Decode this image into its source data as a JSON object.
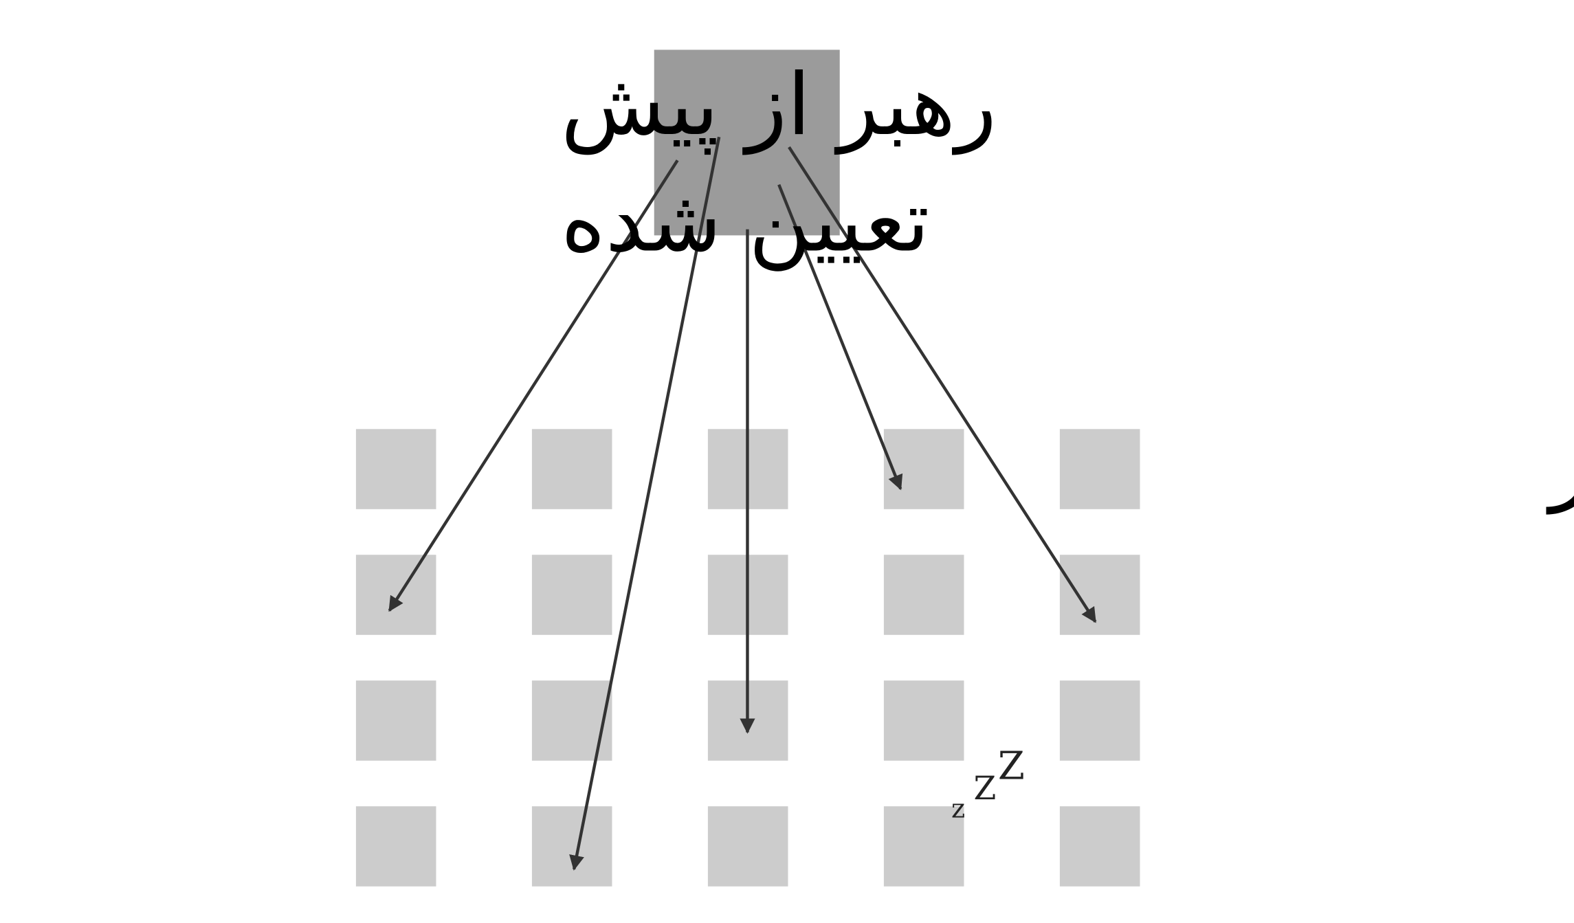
{
  "labels": {
    "leader_line1": "رهبر از پیش",
    "leader_line2": "تعیین شده",
    "spectators": "تماشاگر",
    "sleep": [
      "z",
      "Z",
      "Z"
    ]
  },
  "grid": {
    "rows": 4,
    "cols": 5
  },
  "colors": {
    "leader": "#9b9b9b",
    "node": "#cccccc",
    "arrow": "#333333"
  }
}
